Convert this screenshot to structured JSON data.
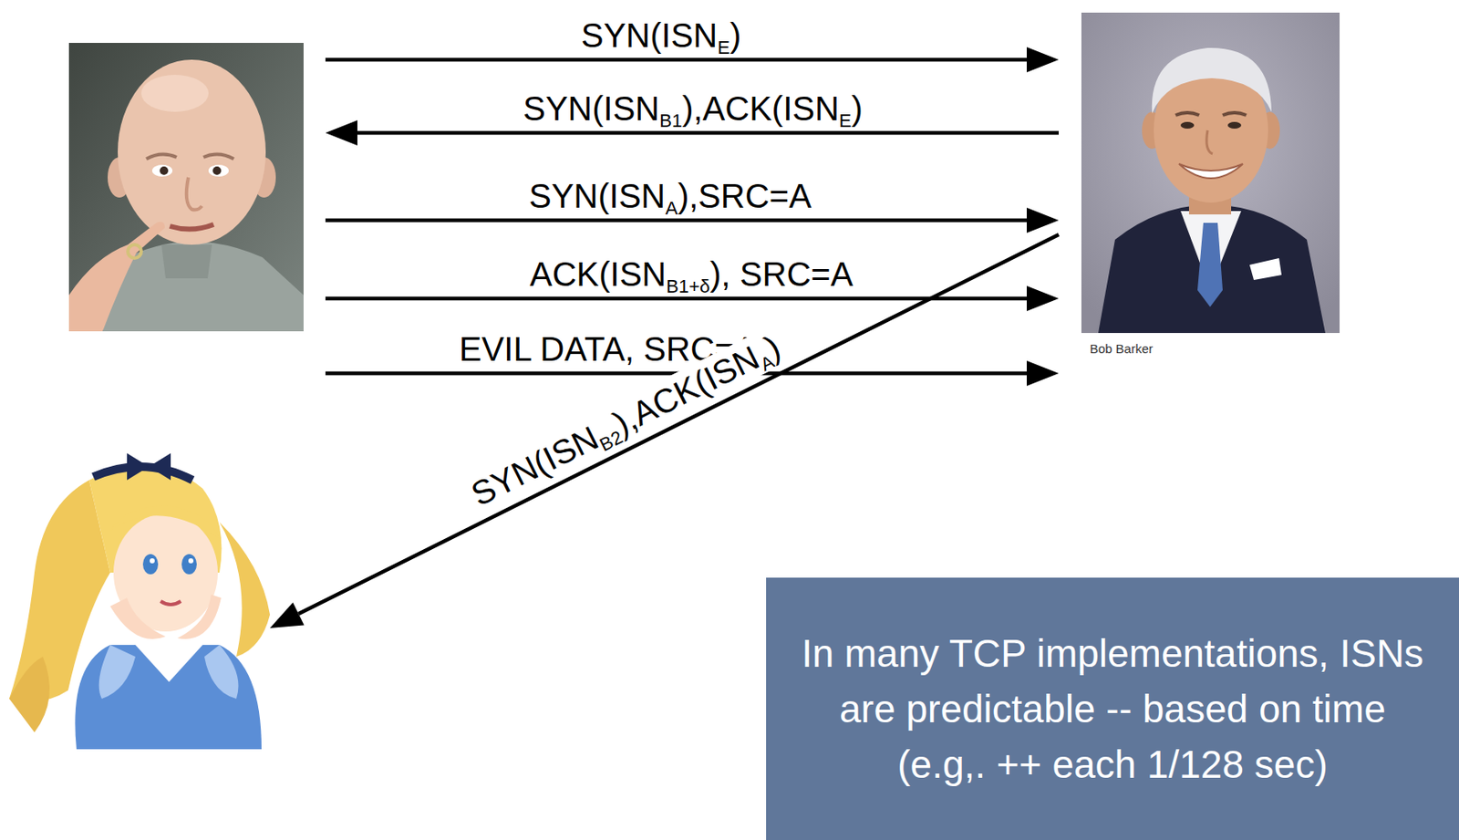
{
  "diagram": {
    "nodes": [
      {
        "text": []
      },
      {
        "text": [
          "Bob Barker"
        ]
      },
      {
        "text": []
      },
      {
        "text": [
          "In many TCP implementations, ISNs are predictable -- based on time (e.g,. ++ each 1/128 sec)"
        ]
      }
    ],
    "edges": [
      {
        "from": 0,
        "to": 1,
        "arrow": "to",
        "label": "SYN(ISNE)"
      },
      {
        "from": 1,
        "to": 0,
        "arrow": "to",
        "label": "SYN(ISNB1),ACK(ISNE)"
      },
      {
        "from": 0,
        "to": 1,
        "arrow": "to",
        "label": "SYN(ISNA),SRC=A"
      },
      {
        "from": 0,
        "to": 1,
        "arrow": "to",
        "label": "ACK(ISNB1+δ), SRC=A"
      },
      {
        "from": 0,
        "to": 1,
        "arrow": "to",
        "label": "EVIL DATA, SRC=A"
      },
      {
        "from": 1,
        "to": 2,
        "arrow": "to",
        "label": "SYN(ISNB2),ACK(ISNA)"
      }
    ]
  }
}
